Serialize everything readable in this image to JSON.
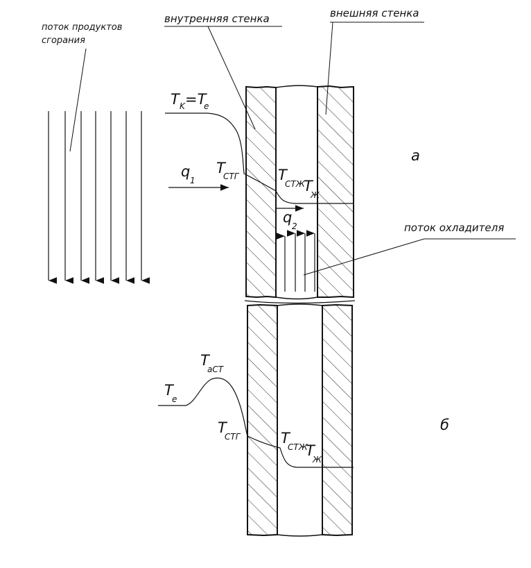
{
  "labels": {
    "combustion_flow_line1": "поток продуктов",
    "combustion_flow_line2": "сгорания",
    "inner_wall": "внутренняя стенка",
    "outer_wall": "внешняя стенка",
    "coolant_flow": "поток охладителя",
    "variant_a": "а",
    "variant_b": "б"
  },
  "symbols_a": {
    "tk_main": "T",
    "tk_sub": "K",
    "tk_eq": "=T",
    "tk_sub2": "e",
    "q1_main": "q",
    "q1_sub": "1",
    "tstg_main": "T",
    "tstg_sub": "СТГ",
    "tstzh_main": "T",
    "tstzh_sub": "СТЖ",
    "tzh_main": "T",
    "tzh_sub": "Ж",
    "q2_main": "q",
    "q2_sub": "2"
  },
  "symbols_b": {
    "tast_main": "T",
    "tast_sub": "аСТ",
    "te_main": "T",
    "te_sub": "e",
    "tstg_main": "T",
    "tstg_sub": "СТГ",
    "tstzh_main": "T",
    "tstzh_sub": "СТЖ",
    "tzh_main": "T",
    "tzh_sub": "Ж"
  }
}
